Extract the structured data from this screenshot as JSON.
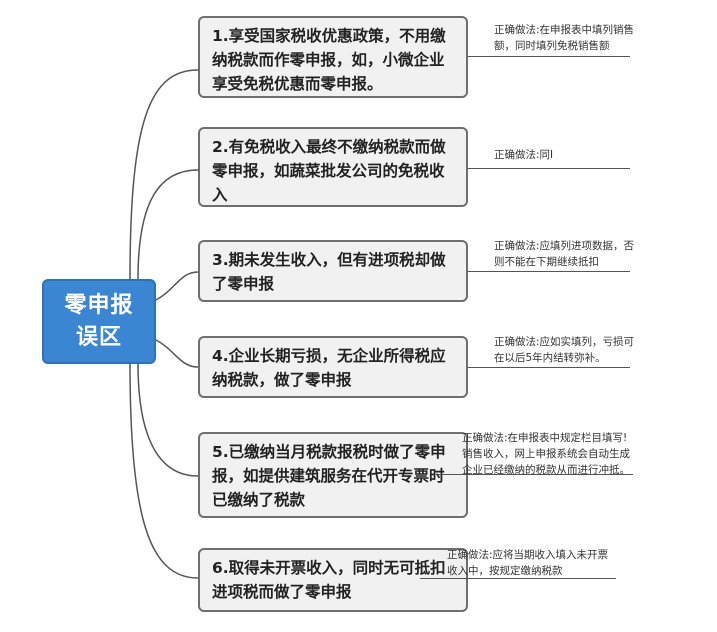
{
  "root": {
    "label": "零申报误区"
  },
  "nodes": [
    {
      "label": "1.享受国家税收优惠政策，不用缴纳税款而作零申报，如，小微企业享受免税优惠而零申报。",
      "note": "正确做法:在申报表中填列销售额，同时填列免税销售额"
    },
    {
      "label": "2.有免税收入最终不缴纳税款而做零申报，如蔬菜批发公司的免税收入",
      "note": "正确做法:同I"
    },
    {
      "label": "3.期未发生收入，但有进项税却做了零申报",
      "note": "正确做法:应填列进项数据，否则不能在下期继续抵扣"
    },
    {
      "label": "4.企业长期亏损，无企业所得税应纳税款，做了零申报",
      "note": "正确做法:应如实填列，亏损可在以后5年内结转弥补。"
    },
    {
      "label": "5.已缴纳当月税款报税时做了零申报，如提供建筑服务在代开专票时已缴纳了税款",
      "note": "正确做法:在申报表中规定栏目填写!销售收入，网上申报系统会自动生成企业已经缴纳的税款从而进行冲抵。"
    },
    {
      "label": "6.取得未开票收入，同时无可抵扣进项税而做了零申报",
      "note": "正确做法:应将当期收入填入未开票收入中，按规定缴纳税款"
    }
  ]
}
